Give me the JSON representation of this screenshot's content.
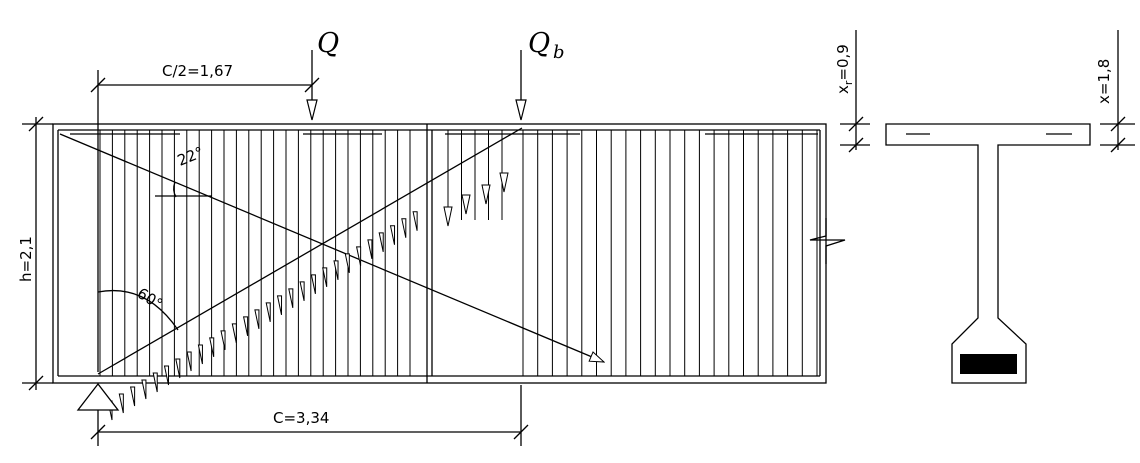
{
  "labels": {
    "load_q": "Q",
    "load_qb_main": "Q",
    "load_qb_sub": "b",
    "half_span": "C/2=1,67",
    "span": "C=3,34",
    "height": "h=2,1",
    "angle_top": "22°",
    "angle_left": "60°",
    "xr": "x",
    "xr_sub": "r",
    "xr_value": "=0,9",
    "x_section": "x=1,8"
  }
}
